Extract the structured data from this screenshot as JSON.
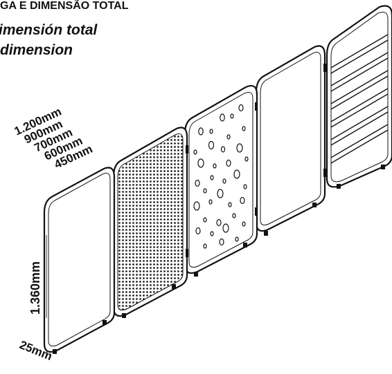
{
  "title": {
    "line1": "GA E DIMENSÃO TOTAL",
    "line2": "imensión total",
    "line3": "dimension"
  },
  "dimensions": {
    "widths": [
      "1.200mm",
      "900mm",
      "700mm",
      "600mm",
      "450mm"
    ],
    "height": "1.360mm",
    "thickness": "25mm"
  },
  "panels": [
    {
      "type": "plain-board"
    },
    {
      "type": "perforated-pegboard"
    },
    {
      "type": "round-holes-board"
    },
    {
      "type": "plain-board"
    },
    {
      "type": "slatted-board"
    }
  ],
  "colors": {
    "line": "#111111",
    "fill": "#ffffff",
    "pegboard": "#d9d9d9"
  }
}
